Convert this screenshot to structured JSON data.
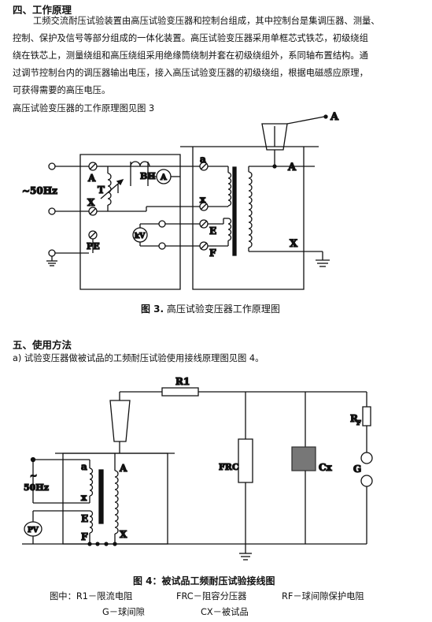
{
  "section4": {
    "heading": "四、工作原理",
    "lines": [
      "工频交流耐压试验装置由高压试验变压器和控制台组成，其中控制台是集调压器、测量、",
      "控制、保护及信号等部分组成的一体化装置。高压试验变压器采用单框芯式铁芯，初级绕组",
      "绕在铁芯上，测量绕组和高压绕组采用绝缘筒绕制并套在初级绕组外，系同轴布置结构。通",
      "过调节控制台内的调压器输出电压，接入高压试验变压器的初级绕组，根据电磁感应原理，",
      "可获得需要的高压电压。"
    ],
    "fig_ref": "高压试验变压器的工作原理图见图 3"
  },
  "figure3": {
    "labels": {
      "A_out": "A",
      "supply": "~50Hz",
      "A": "A",
      "T": "T",
      "BH": "BH",
      "ammeter": "A",
      "x": "X",
      "kv": "kV",
      "PE": "PE",
      "a": "a",
      "x2": "x",
      "E": "E",
      "F": "F",
      "A2": "A",
      "X": "X"
    },
    "caption_num": "图 3.",
    "caption_text": "高压试验变压器工作原理图"
  },
  "section5": {
    "heading": "五、使用方法",
    "item": "a)   试验变压器做被试品的工频耐压试验使用接线原理图见图 4。"
  },
  "figure4": {
    "labels": {
      "R1": "R1",
      "RF": "R",
      "RF_sub": "F",
      "supply": "50Hz",
      "a": "a",
      "A": "A",
      "x": "x",
      "E": "E",
      "F": "F",
      "X": "X",
      "PV": "PV",
      "FRC": "FRC",
      "Cx": "Cx",
      "G": "G"
    },
    "caption": "图 4：被试品工频耐压试验接线图",
    "legend_row1": [
      "图中：R1－限流电阻",
      "FRC－阻容分压器",
      "RF－球间隙保护电阻"
    ],
    "legend_row2": [
      "G－球间隙",
      "CX－被试品"
    ]
  }
}
